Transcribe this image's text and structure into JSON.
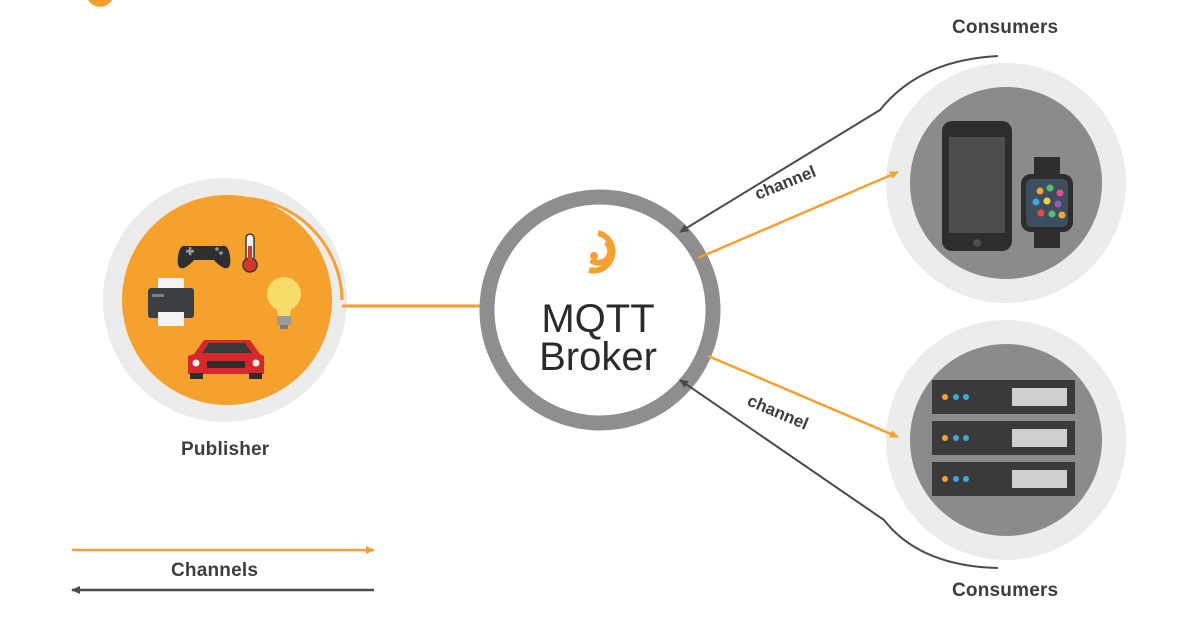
{
  "broker": {
    "line1": "MQTT",
    "line2": "Broker"
  },
  "labels": {
    "publisher": "Publisher",
    "consumers_top": "Consumers",
    "consumers_bottom": "Consumers",
    "channel_top": "channel",
    "channel_bottom": "channel",
    "legend": "Channels"
  },
  "colors": {
    "orange": "#f7a032",
    "dark_line": "#4a4a4a",
    "ring_gray": "#8e8e8e",
    "halo": "#e9e9e9",
    "consumer_fill": "#8b8b8b",
    "publisher_fill": "#f5a12e"
  },
  "icons": {
    "publisher": [
      "gamepad-icon",
      "thermometer-icon",
      "printer-icon",
      "lightbulb-icon",
      "car-icon"
    ],
    "consumer_top": [
      "smartphone-icon",
      "smartwatch-icon"
    ],
    "consumer_bottom": [
      "server-rack-icon"
    ]
  }
}
